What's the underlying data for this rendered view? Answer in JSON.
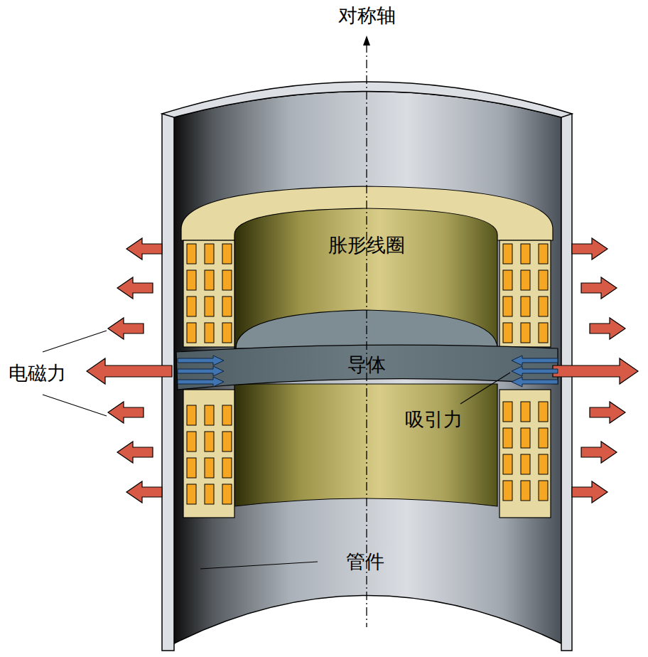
{
  "diagram": {
    "labels": [
      "对称轴",
      "胀形线圈",
      "导体",
      "电磁力",
      "吸引力",
      "管件"
    ]
  }
}
